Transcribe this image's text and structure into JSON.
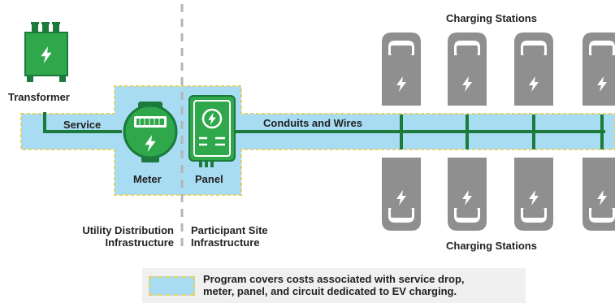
{
  "labels": {
    "charging_stations_top": "Charging Stations",
    "charging_stations_bottom": "Charging Stations",
    "transformer": "Transformer",
    "service": "Service",
    "conduits_and_wires": "Conduits and Wires",
    "meter": "Meter",
    "panel": "Panel",
    "utility_line1": "Utility Distribution",
    "utility_line2": "Infrastructure",
    "participant_line1": "Participant Site",
    "participant_line2": "Infrastructure"
  },
  "legend": {
    "line1": "Program covers costs associated with service drop,",
    "line2": "meter, panel, and circuit dedicated to EV charging."
  },
  "colors": {
    "highlight_fill": "#a8dcf2",
    "highlight_border": "#e2d16a",
    "green_dark": "#1b7a3c",
    "green_icon": "#2ea84a",
    "station_gray": "#8f8f8f",
    "legend_panel": "#f0f0f0"
  },
  "icons": {
    "transformer": "transformer-icon",
    "meter": "meter-icon",
    "panel": "panel-icon",
    "station": "charging-station-icon"
  }
}
